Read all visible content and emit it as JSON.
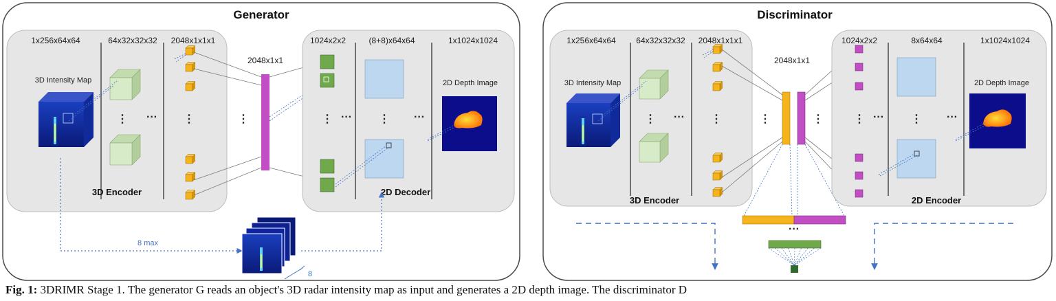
{
  "generator": {
    "title": "Generator",
    "encoder": {
      "name": "3D Encoder",
      "dims": [
        "1x256x64x64",
        "64x32x32x32",
        "2048x1x1x1"
      ],
      "input_label": "3D Intensity Map"
    },
    "bottleneck_label": "2048x1x1",
    "decoder": {
      "name": "2D Decoder",
      "dims": [
        "1024x2x2",
        "(8+8)x64x64",
        "1x1024x1024"
      ],
      "output_label": "2D Depth Image"
    },
    "skip_label": "8 max",
    "stack_label": "8"
  },
  "discriminator": {
    "title": "Discriminator",
    "encoder3d": {
      "name": "3D Encoder",
      "dims": [
        "1x256x64x64",
        "64x32x32x32",
        "2048x1x1x1"
      ],
      "input_label": "3D Intensity Map"
    },
    "bottleneck_label": "2048x1x1",
    "encoder2d": {
      "name": "2D Encoder",
      "dims": [
        "1024x2x2",
        "8x64x64",
        "1x1024x1024"
      ],
      "input_label": "2D Depth Image"
    }
  },
  "ellipsis": {
    "vertical": "⋮",
    "horizontal": "···",
    "concat": "···"
  },
  "caption": {
    "lead": "Fig. 1:",
    "text": "3DRIMR Stage 1. The generator G reads an object's 3D radar intensity map as input and generates a 2D depth image. The discriminator D"
  },
  "colors": {
    "panel": "#e6e6e6",
    "cube3d": "#d8ebc8",
    "feature_cube": "#f5b31c",
    "bottleneck": "#c14fc3",
    "bottleneck_gold": "#f5b31c",
    "decoder_small": "#6fa94b",
    "decoder_big": "#bcd7ef",
    "dense_green": "#6fa94b",
    "output_node": "#2f6a2f",
    "depth_bg": "#0c0d8a",
    "dashed": "#4472c4"
  }
}
